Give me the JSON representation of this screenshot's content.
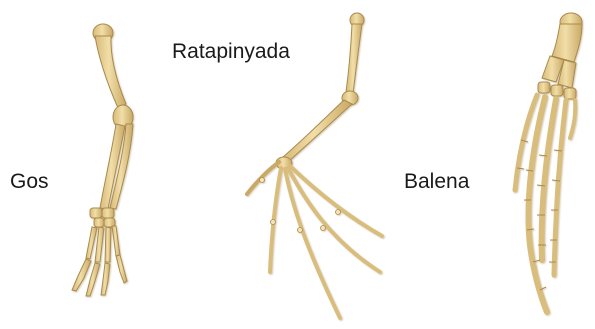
{
  "labels": {
    "dog": "Gos",
    "bat": "Ratapinyada",
    "whale": "Balena"
  },
  "colors": {
    "bone": "#e8cf94",
    "bone_edge": "#a98a4e",
    "bone_shadow": "#cdb170",
    "joint": "#f3e3b6",
    "background": "#ffffff"
  }
}
